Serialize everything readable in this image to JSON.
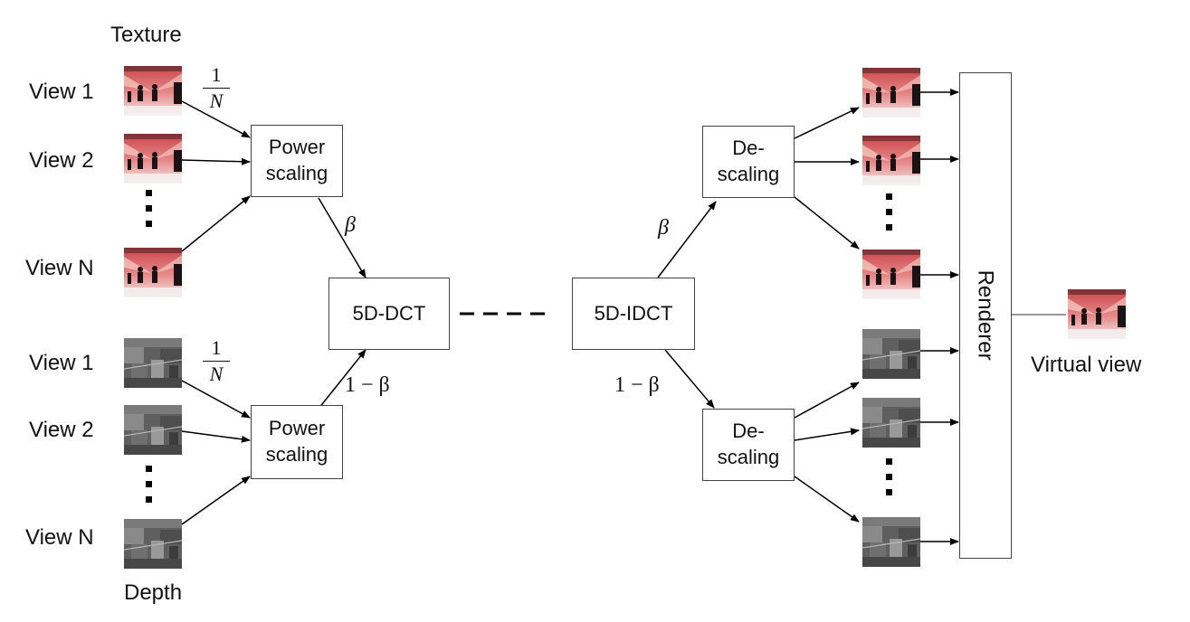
{
  "labels": {
    "texture": "Texture",
    "depth": "Depth",
    "view1": "View 1",
    "view2": "View 2",
    "viewN": "View N",
    "virtual_view": "Virtual view"
  },
  "boxes": {
    "power_scaling": "Power scaling",
    "dct": "5D-DCT",
    "idct": "5D-IDCT",
    "descaling": "De- scaling",
    "renderer": "Renderer"
  },
  "math": {
    "frac_num": "1",
    "frac_den": "N",
    "beta": "β",
    "one_minus_beta": "1 − β"
  },
  "colors": {
    "texture_bg": "#d9787b",
    "depth_bg": "#6e6e6e"
  }
}
